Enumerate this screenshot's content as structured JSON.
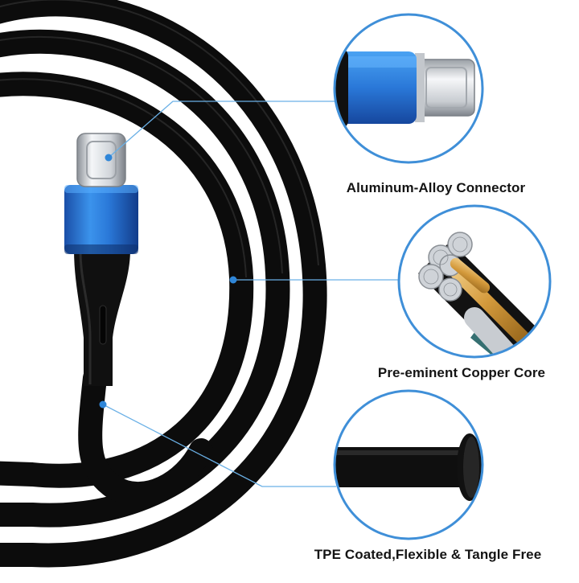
{
  "features": [
    {
      "label": "Aluminum-Alloy Connector",
      "detail_icon": "usb-c-connector-closeup"
    },
    {
      "label": "Pre-eminent Copper Core",
      "detail_icon": "copper-core-closeup"
    },
    {
      "label": "TPE Coated,Flexible & Tangle Free",
      "detail_icon": "cable-jacket-closeup"
    }
  ],
  "colors": {
    "accent_blue": "#3f8fd8",
    "connector_blue": "#2f7fe0",
    "cable_black": "#0d0d0d",
    "copper": "#d8a24a"
  }
}
